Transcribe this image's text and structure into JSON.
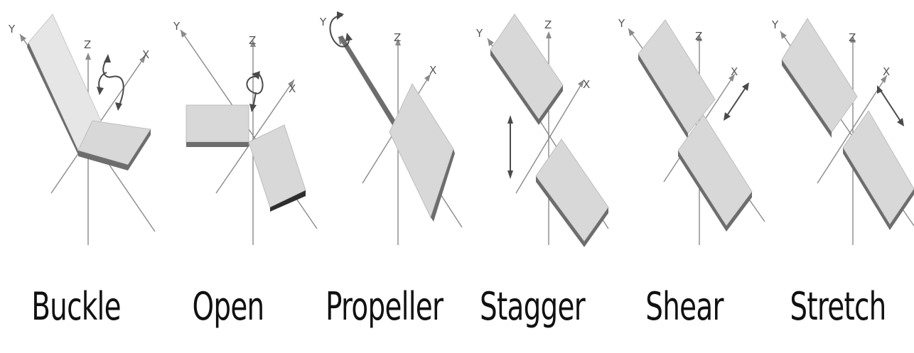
{
  "panels": [
    {
      "caption": "Buckle"
    },
    {
      "caption": "Open"
    },
    {
      "caption": "Propeller"
    },
    {
      "caption": "Stagger"
    },
    {
      "caption": "Shear"
    },
    {
      "caption": "Stretch"
    }
  ],
  "axes": {
    "x": "X",
    "y": "Y",
    "z": "Z"
  }
}
